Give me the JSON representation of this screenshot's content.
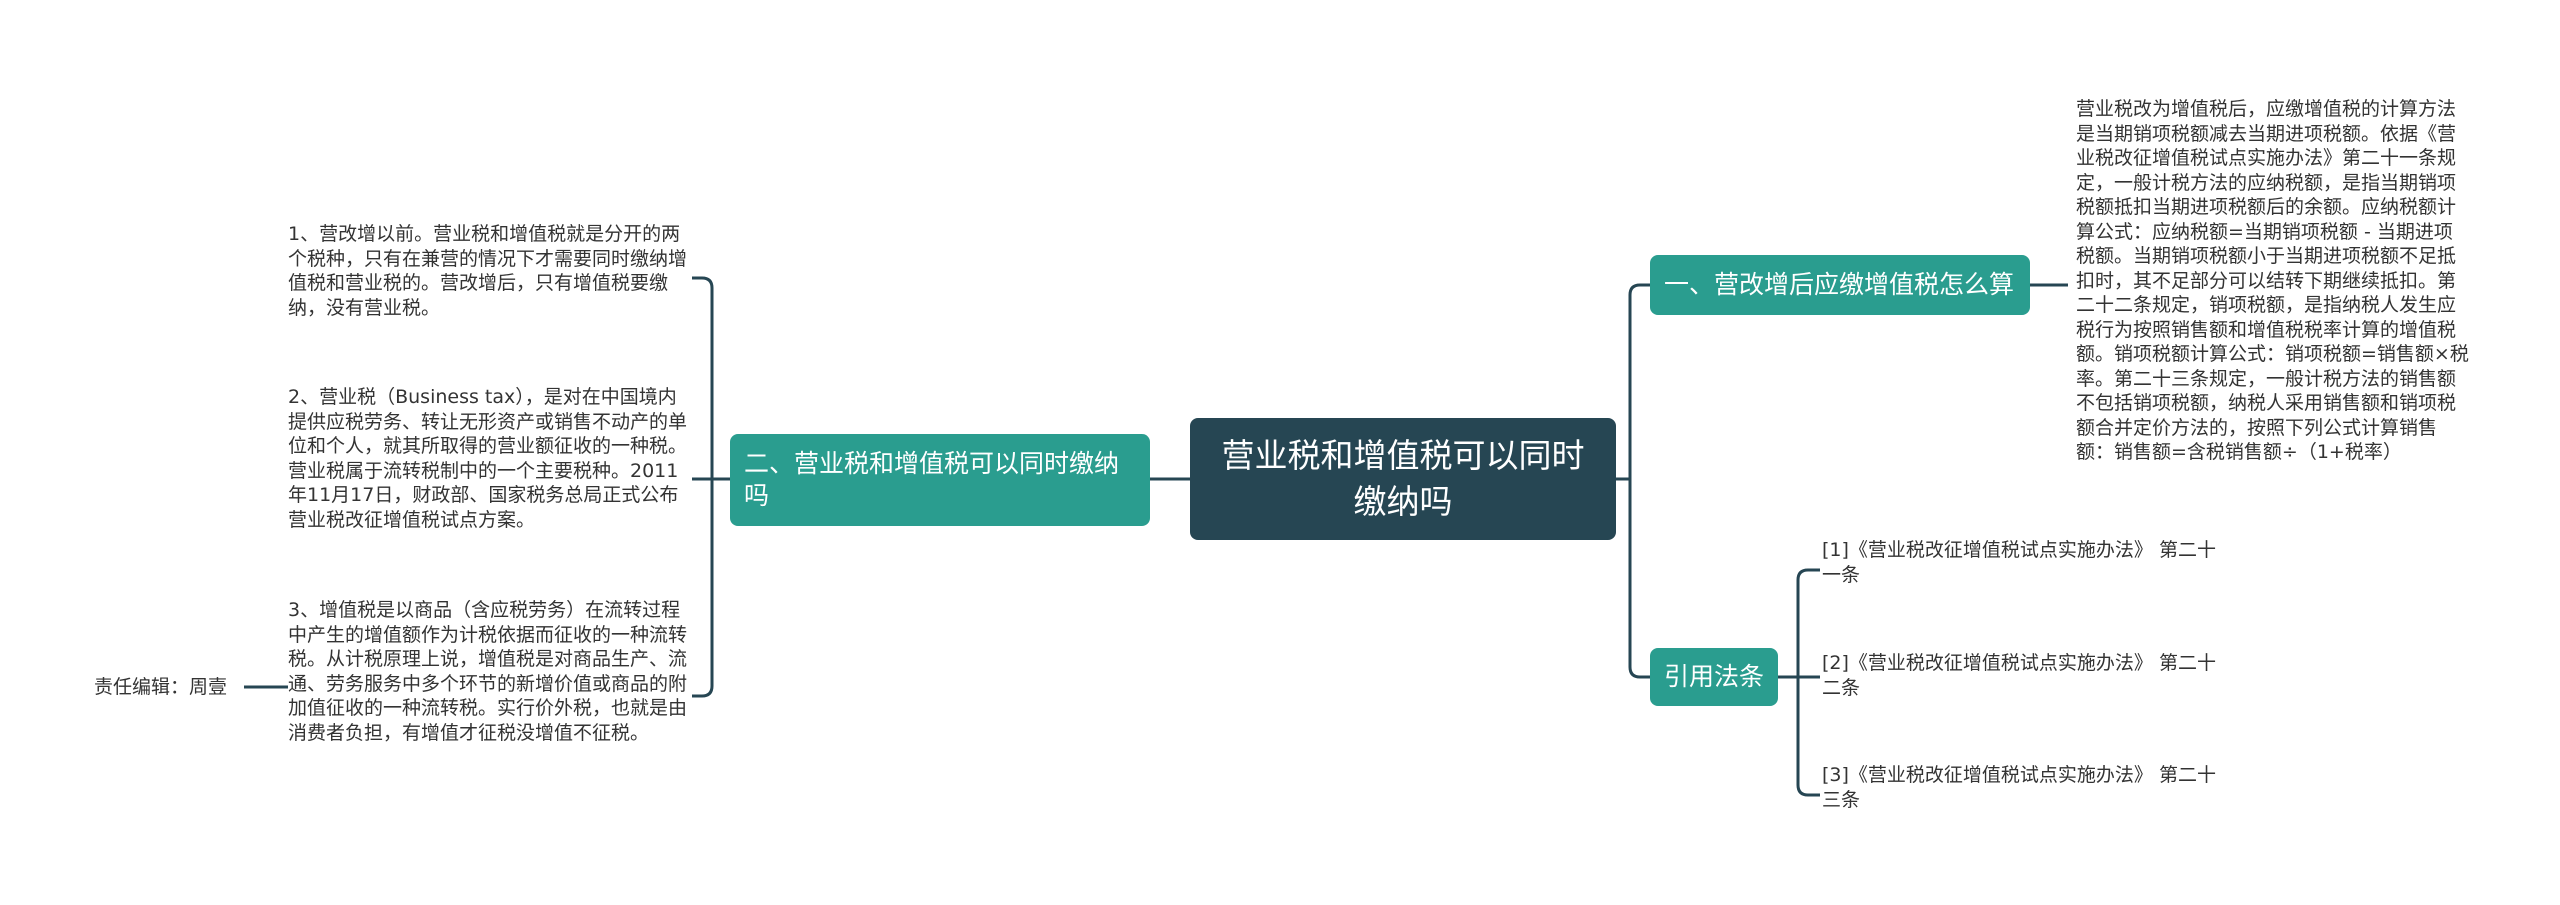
{
  "root": {
    "title": "营业税和增值税可以同时缴纳吗"
  },
  "left_branch": {
    "title": "二、营业税和增值税可以同时缴纳吗",
    "items": [
      "1、营改增以前。营业税和增值税就是分开的两个税种，只有在兼营的情况下才需要同时缴纳增值税和营业税的。营改增后，只有增值税要缴纳，没有营业税。",
      "2、营业税（Business tax），是对在中国境内提供应税劳务、转让无形资产或销售不动产的单位和个人，就其所取得的营业额征收的一种税。营业税属于流转税制中的一个主要税种。2011年11月17日，财政部、国家税务总局正式公布营业税改征增值税试点方案。",
      "3、增值税是以商品（含应税劳务）在流转过程中产生的增值额作为计税依据而征收的一种流转税。从计税原理上说，增值税是对商品生产、流通、劳务服务中多个环节的新增价值或商品的附加值征收的一种流转税。实行价外税，也就是由消费者负担，有增值才征税没增值不征税。"
    ],
    "editor": "责任编辑：周壹"
  },
  "right_branch_1": {
    "title": "一、营改增后应缴增值税怎么算",
    "text": "营业税改为增值税后，应缴增值税的计算方法是当期销项税额减去当期进项税额。依据《营业税改征增值税试点实施办法》第二十一条规定，一般计税方法的应纳税额，是指当期销项税额抵扣当期进项税额后的余额。应纳税额计算公式：应纳税额=当期销项税额 - 当期进项税额。当期销项税额小于当期进项税额不足抵扣时，其不足部分可以结转下期继续抵扣。第二十二条规定，销项税额，是指纳税人发生应税行为按照销售额和增值税税率计算的增值税额。销项税额计算公式：销项税额=销售额×税率。第二十三条规定，一般计税方法的销售额不包括销项税额，纳税人采用销售额和销项税额合并定价方法的，按照下列公式计算销售额：销售额=含税销售额÷（1+税率）"
  },
  "right_branch_2": {
    "title": "引用法条",
    "items": [
      "[1]《营业税改征增值税试点实施办法》 第二十一条",
      "[2]《营业税改征增值税试点实施办法》 第二十二条",
      "[3]《营业税改征增值税试点实施办法》 第二十三条"
    ]
  },
  "colors": {
    "root_bg": "#264653",
    "branch_bg": "#2a9d8f",
    "connector": "#264653",
    "text": "#333333"
  }
}
